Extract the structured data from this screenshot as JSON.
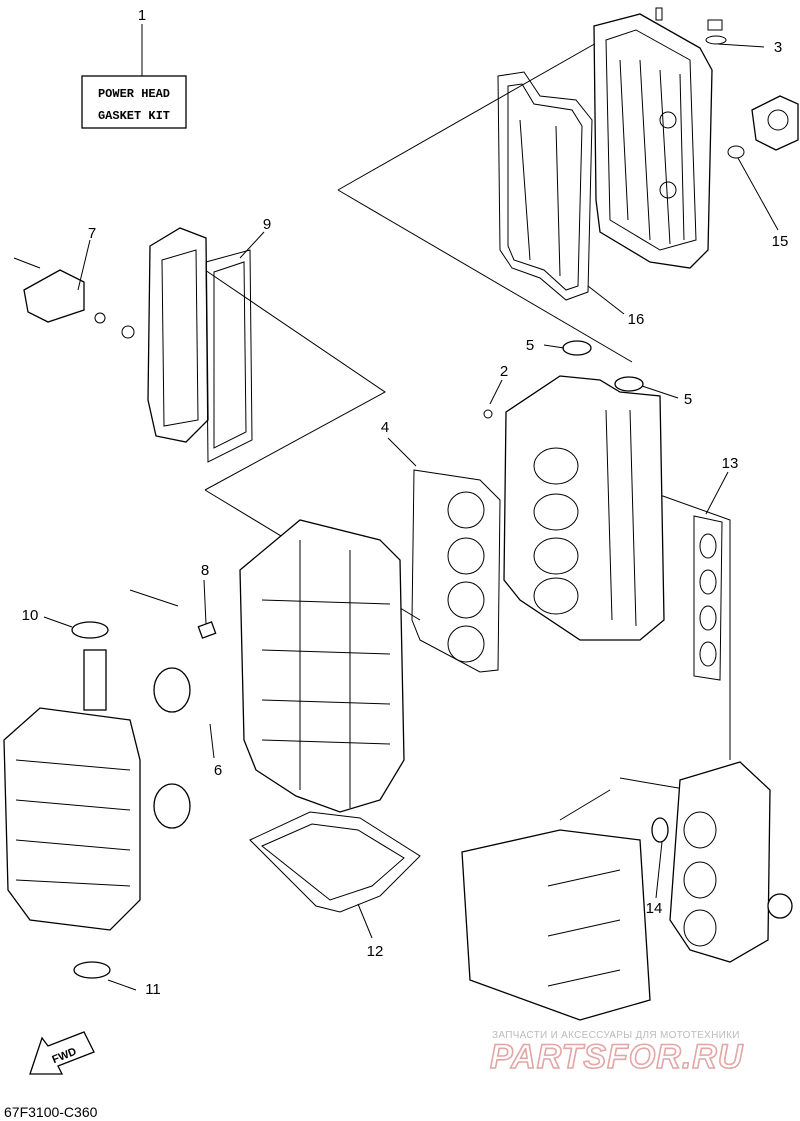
{
  "callouts": [
    {
      "id": "1",
      "label": "1"
    },
    {
      "id": "2",
      "label": "2"
    },
    {
      "id": "3",
      "label": "3"
    },
    {
      "id": "4",
      "label": "4"
    },
    {
      "id": "5a",
      "label": "5"
    },
    {
      "id": "5b",
      "label": "5"
    },
    {
      "id": "6",
      "label": "6"
    },
    {
      "id": "7",
      "label": "7"
    },
    {
      "id": "8",
      "label": "8"
    },
    {
      "id": "9",
      "label": "9"
    },
    {
      "id": "10",
      "label": "10"
    },
    {
      "id": "11",
      "label": "11"
    },
    {
      "id": "12",
      "label": "12"
    },
    {
      "id": "13",
      "label": "13"
    },
    {
      "id": "14",
      "label": "14"
    },
    {
      "id": "15",
      "label": "15"
    },
    {
      "id": "16",
      "label": "16"
    }
  ],
  "kit_box": {
    "line1": "POWER HEAD",
    "line2": "GASKET KIT"
  },
  "fwd_label": "FWD",
  "diagram_code": "67F3100-C360",
  "watermark": {
    "caption": "ЗАПЧАСТИ И АКСЕССУАРЫ ДЛЯ МОТОТЕХНИКИ",
    "brand": "PARTSFOR.RU"
  }
}
